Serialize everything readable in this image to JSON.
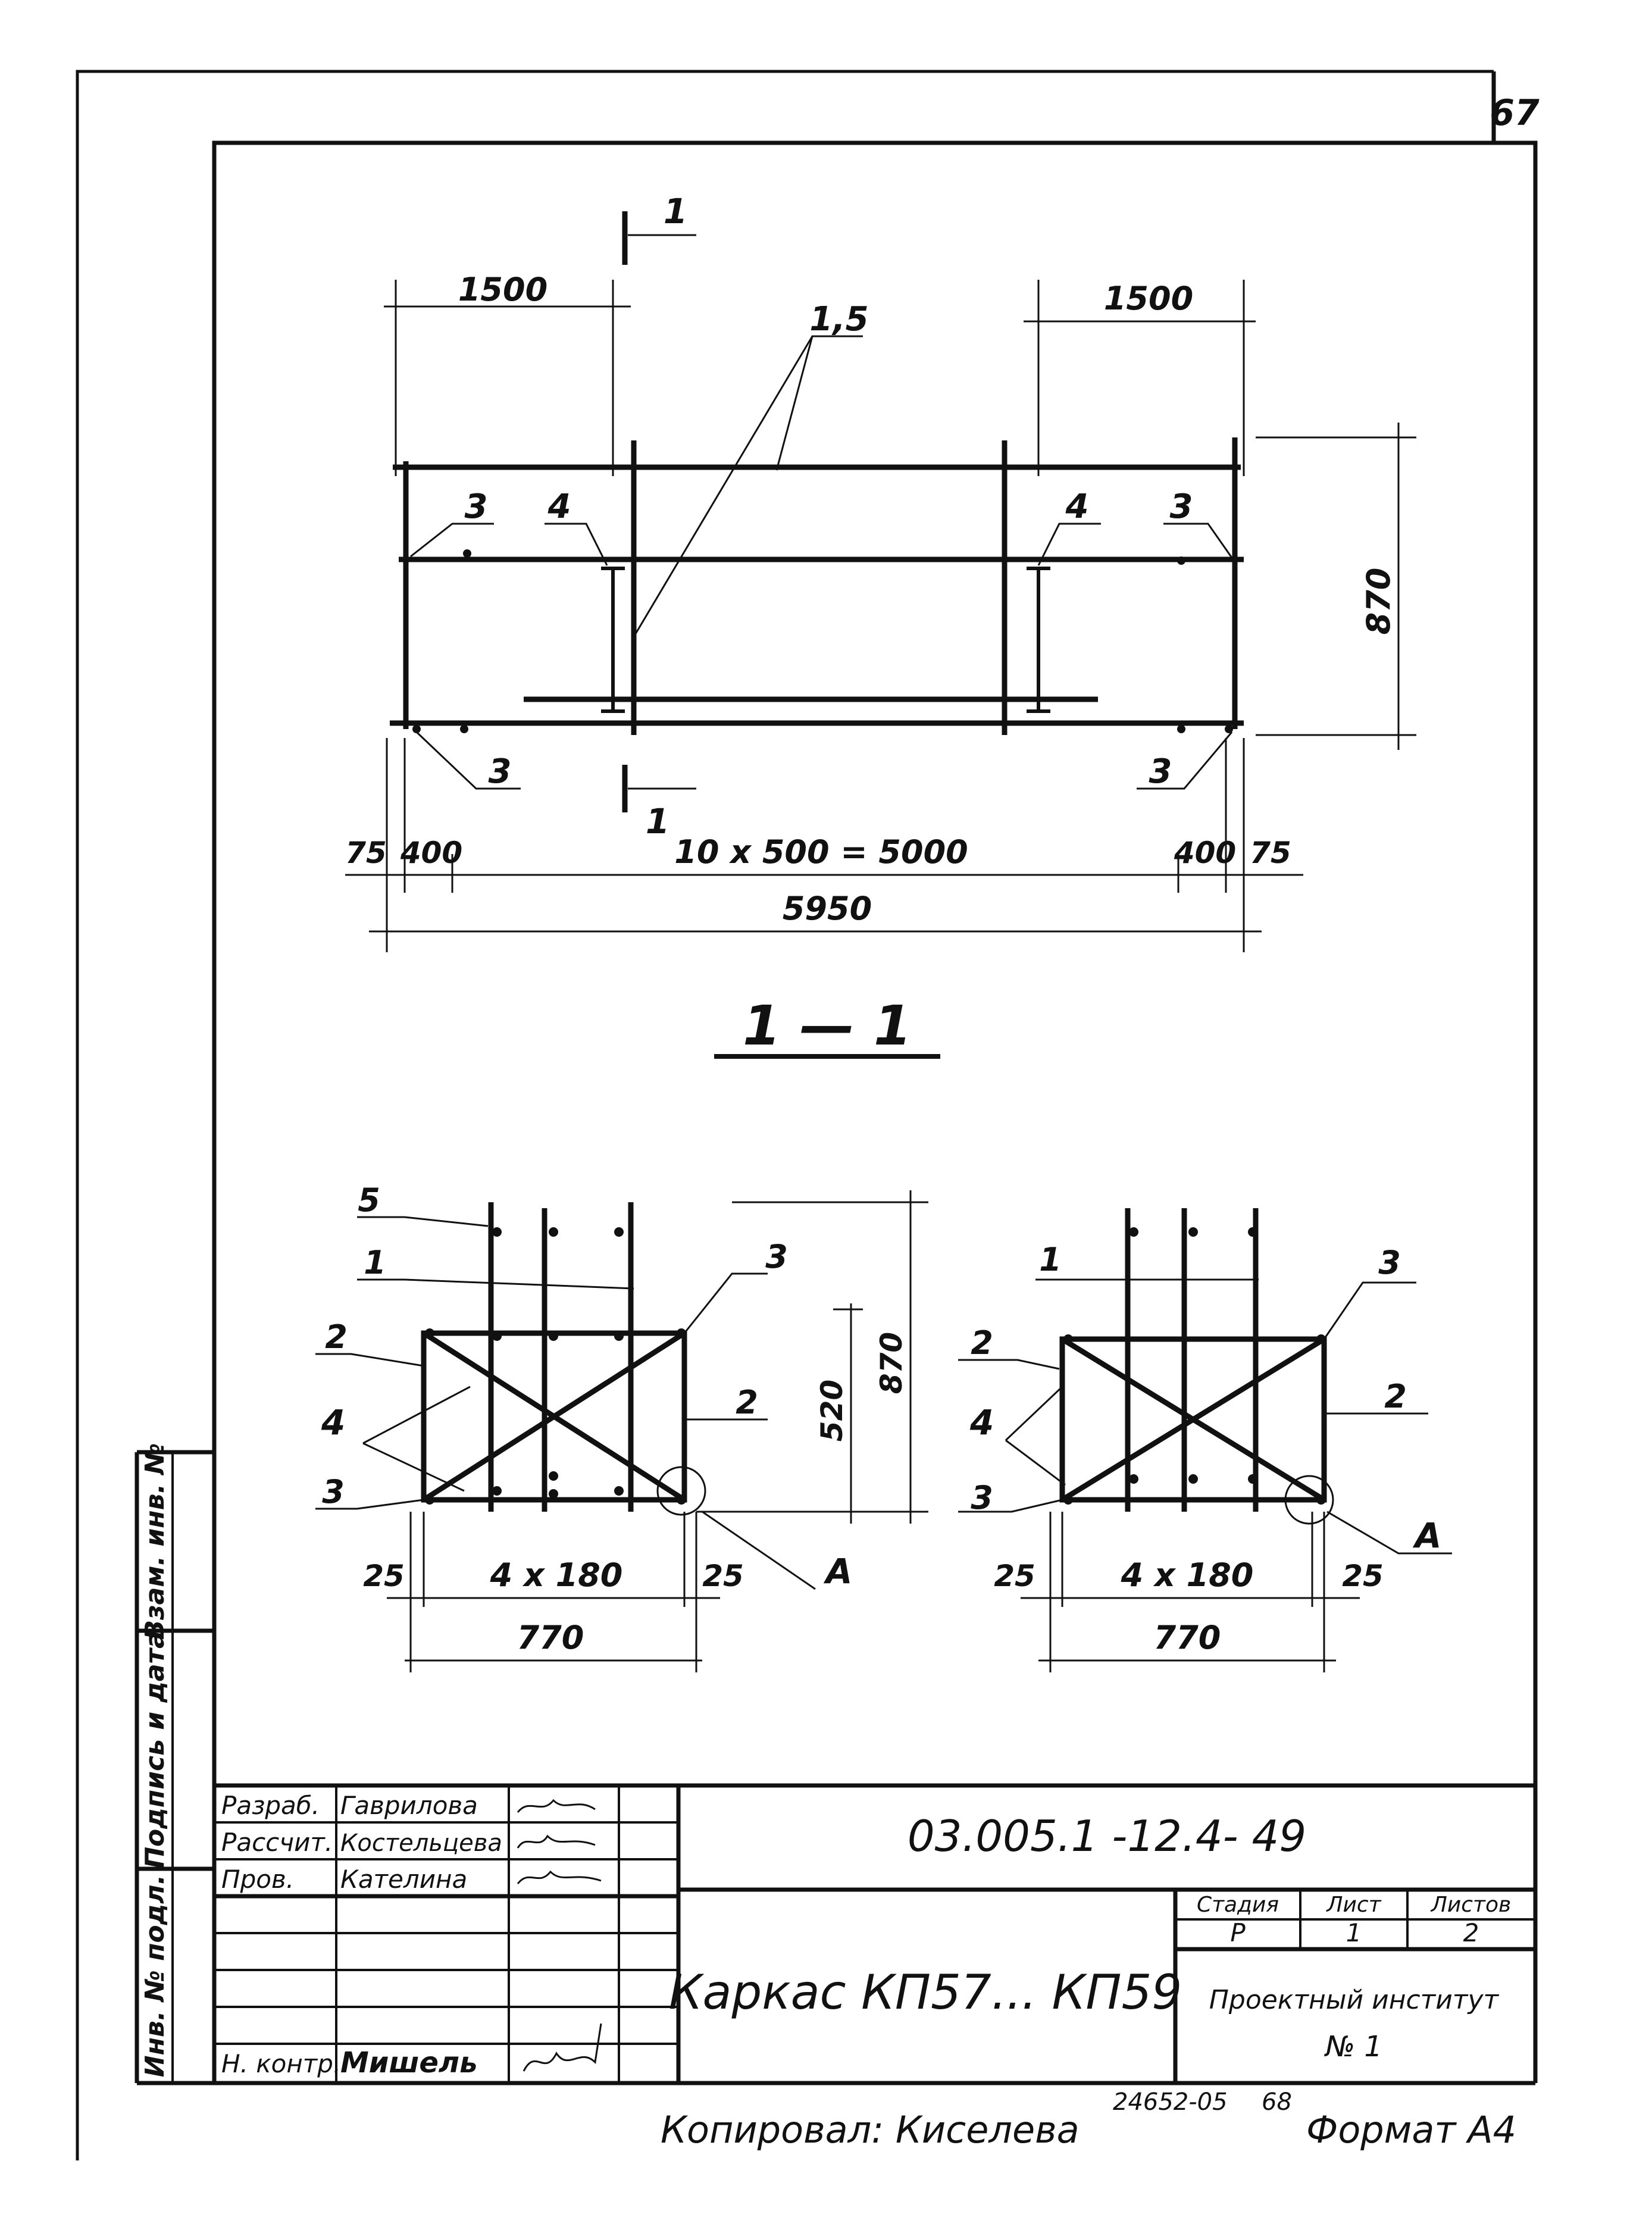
{
  "sheet_number": "67",
  "plan": {
    "dim_left_top": "1500",
    "dim_right_top": "1500",
    "leader_label_15": "1,5",
    "mark_3": "3",
    "mark_4": "4",
    "section_mark": "1",
    "dim_height": "870",
    "dim_75_left": "75",
    "dim_400_left": "400",
    "dim_main": "10 x 500 = 5000",
    "dim_400_right": "400",
    "dim_75_right": "75",
    "dim_total": "5950"
  },
  "section_title": "1 — 1",
  "section_left": {
    "mark_5": "5",
    "mark_1": "1",
    "mark_2": "2",
    "mark_3": "3",
    "mark_4": "4",
    "mark_A": "A",
    "dim_520": "520",
    "dim_870": "870",
    "dim_25": "25",
    "dim_4x180": "4 x 180",
    "dim_770": "770"
  },
  "section_right": {
    "mark_1": "1",
    "mark_2": "2",
    "mark_3": "3",
    "mark_4": "4",
    "mark_A": "A",
    "dim_25": "25",
    "dim_4x180": "4 x 180",
    "dim_770": "770"
  },
  "side_stamp": {
    "inv_podl": "Инв. № подл.",
    "podpis_data": "Подпись и дата",
    "vzam_inv": "Взам. инв. №"
  },
  "title_block": {
    "rows": [
      {
        "role": "Разраб.",
        "name": "Гаврилова"
      },
      {
        "role": "Рассчит.",
        "name": "Костельцева"
      },
      {
        "role": "Пров.",
        "name": "Кателина"
      },
      {
        "role": "",
        "name": ""
      },
      {
        "role": "",
        "name": ""
      },
      {
        "role": "",
        "name": ""
      },
      {
        "role": "",
        "name": ""
      },
      {
        "role": "Н. контр.",
        "name": "Мишель"
      }
    ],
    "doc_code": "03.005.1 -12.4- 49",
    "title": "Каркас КП57... КП59",
    "stage_label": "Стадия",
    "sheet_label": "Лист",
    "sheets_label": "Листов",
    "stage_value": "Р",
    "sheet_value": "1",
    "sheets_value": "2",
    "org_line1": "Проектный институт",
    "org_line2": "№ 1"
  },
  "footer": {
    "copied": "Копировал: Киселева",
    "inv_number": "24652-05",
    "page_ref": "68",
    "format": "Формат А4"
  }
}
